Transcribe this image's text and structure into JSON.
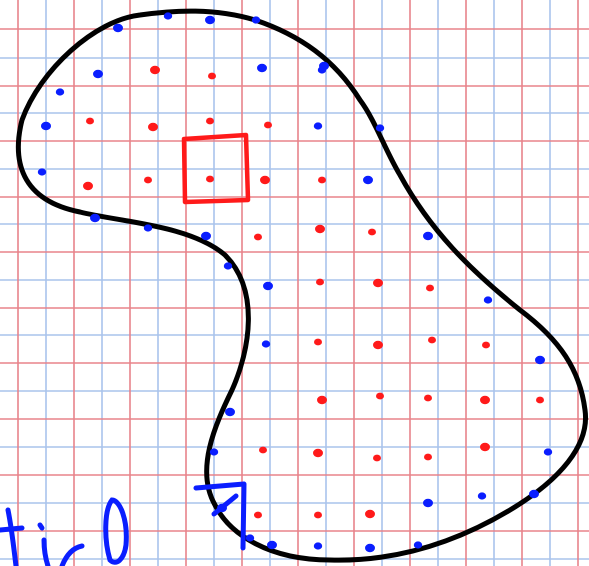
{
  "colors": {
    "background": "#ffffff",
    "grid_red": "#e8838a",
    "grid_blue": "#a9c3ec",
    "outline": "#000000",
    "interior_dot": "#ff1a1a",
    "boundary_dot": "#0a1eff",
    "highlight_square_red": "#ff1a1a",
    "highlight_square_blue": "#0a1eff"
  },
  "icons": {
    "outline": "closed-blob-outline",
    "red_square": "square-outline",
    "blue_square": "square-outline",
    "partial_text_glyphs": "handwritten-scribble"
  }
}
